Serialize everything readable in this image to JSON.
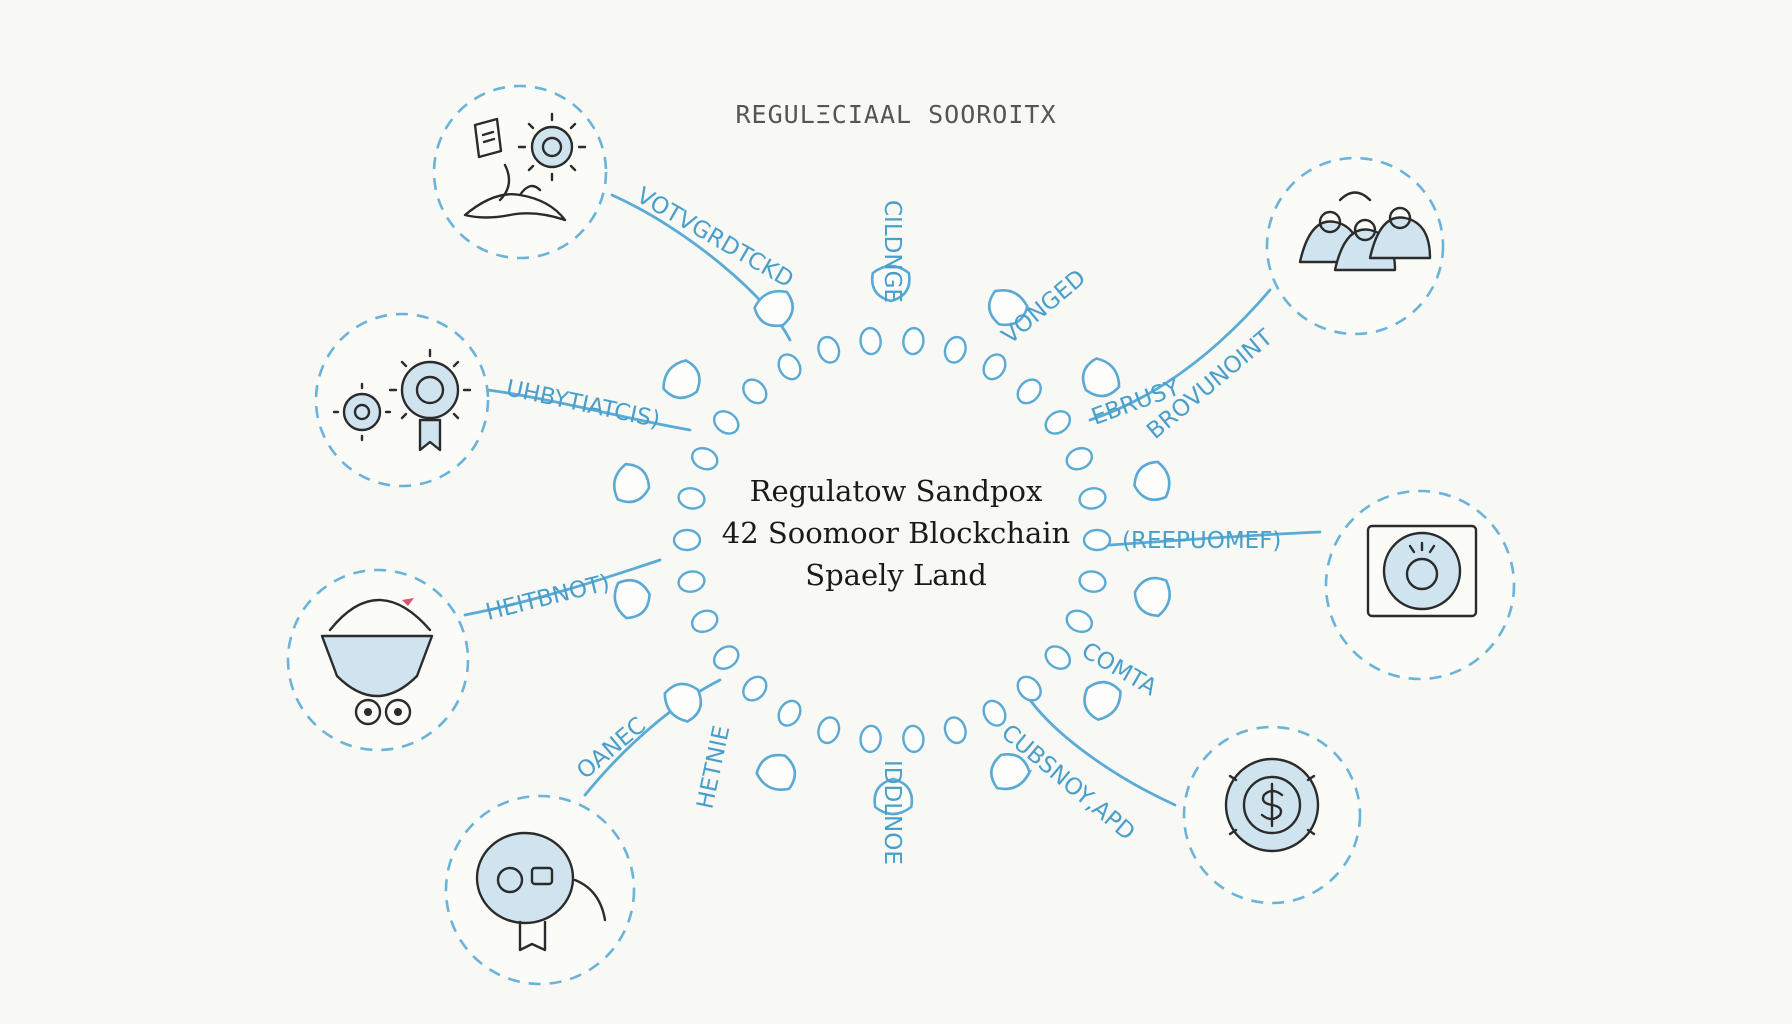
{
  "header": {
    "title": "REGULΞCIAAL SOOROITX"
  },
  "center": {
    "line1": "Regulatow Sandpox",
    "line2": "42 Soomoor Blockchain",
    "line3": "Spaely Land"
  },
  "spoke_labels": [
    "VOTVGRDTCKD",
    "CILDNGE",
    "VONGED",
    "UHBYTIATCIS)",
    "EBRUSY",
    "BROVUNOINT",
    "HEITBNOT)",
    "(REEPUOMEF)",
    "OANEC",
    "HETNIE",
    "IDDLNOE",
    "COMTA",
    "CUBSNOY,APD"
  ],
  "nodes": [
    {
      "icon": "document-gear-icon"
    },
    {
      "icon": "gears-ribbon-icon"
    },
    {
      "icon": "robot-bucket-icon"
    },
    {
      "icon": "coin-face-icon"
    },
    {
      "icon": "bells-group-icon"
    },
    {
      "icon": "framed-coin-icon"
    },
    {
      "icon": "dollar-gear-icon"
    }
  ],
  "colors": {
    "accent": "#5aaad4",
    "ink": "#2b2b2b",
    "background": "#f8f8f5"
  }
}
